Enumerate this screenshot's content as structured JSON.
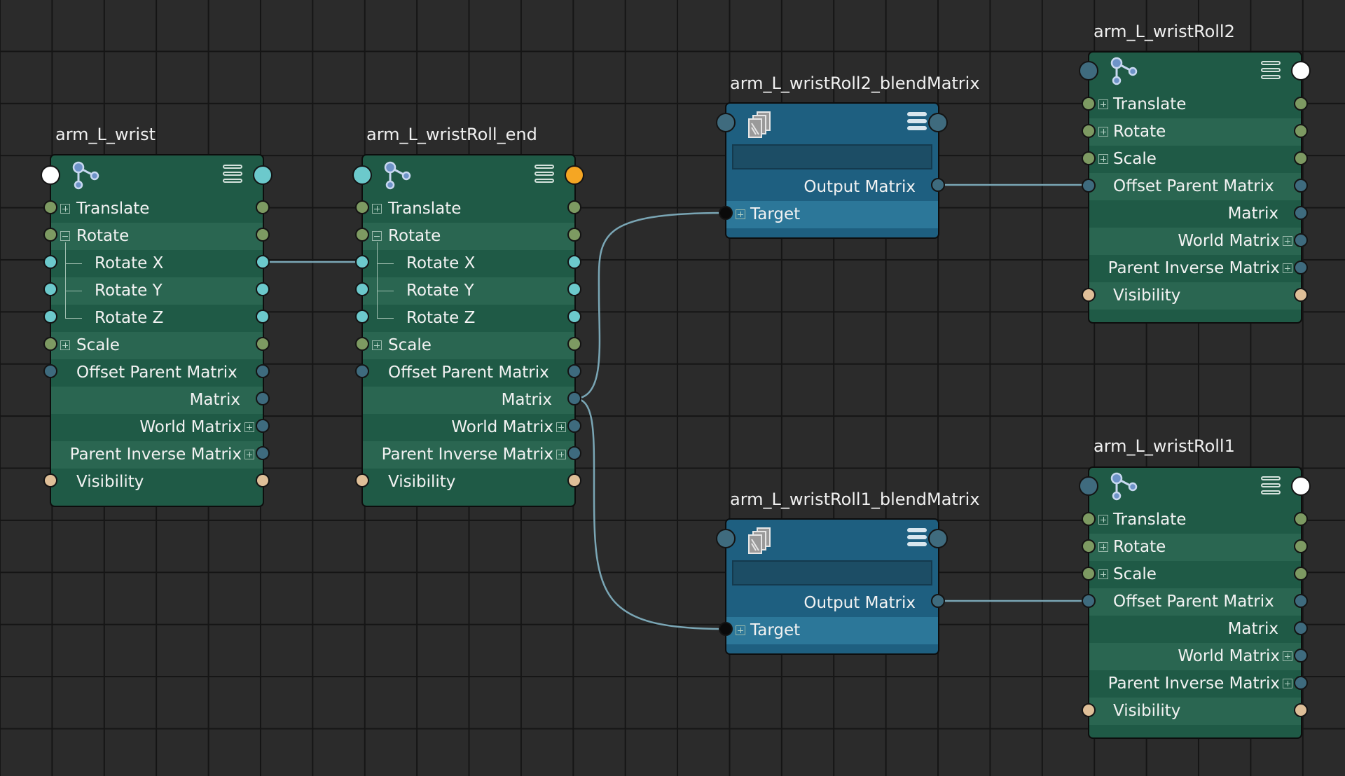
{
  "nodes": {
    "arm_L_wrist": {
      "title": "arm_L_wrist",
      "icon": "joint-icon",
      "rows": {
        "translate": "Translate",
        "rotate": "Rotate",
        "rotate_x": "Rotate X",
        "rotate_y": "Rotate Y",
        "rotate_z": "Rotate Z",
        "scale": "Scale",
        "offset_parent_matrix": "Offset Parent Matrix",
        "matrix": "Matrix",
        "world_matrix": "World Matrix",
        "parent_inverse_matrix": "Parent Inverse Matrix",
        "visibility": "Visibility"
      }
    },
    "arm_L_wristRoll_end": {
      "title": "arm_L_wristRoll_end",
      "icon": "joint-icon",
      "rows": {
        "translate": "Translate",
        "rotate": "Rotate",
        "rotate_x": "Rotate X",
        "rotate_y": "Rotate Y",
        "rotate_z": "Rotate Z",
        "scale": "Scale",
        "offset_parent_matrix": "Offset Parent Matrix",
        "matrix": "Matrix",
        "world_matrix": "World Matrix",
        "parent_inverse_matrix": "Parent Inverse Matrix",
        "visibility": "Visibility"
      }
    },
    "arm_L_wristRoll2_blendMatrix": {
      "title": "arm_L_wristRoll2_blendMatrix",
      "icon": "blend-matrix-icon",
      "field_value": "",
      "rows": {
        "output_matrix": "Output Matrix",
        "target": "Target"
      }
    },
    "arm_L_wristRoll1_blendMatrix": {
      "title": "arm_L_wristRoll1_blendMatrix",
      "icon": "blend-matrix-icon",
      "field_value": "",
      "rows": {
        "output_matrix": "Output Matrix",
        "target": "Target"
      }
    },
    "arm_L_wristRoll2": {
      "title": "arm_L_wristRoll2",
      "icon": "joint-icon",
      "rows": {
        "translate": "Translate",
        "rotate": "Rotate",
        "scale": "Scale",
        "offset_parent_matrix": "Offset Parent Matrix",
        "matrix": "Matrix",
        "world_matrix": "World Matrix",
        "parent_inverse_matrix": "Parent Inverse Matrix",
        "visibility": "Visibility"
      }
    },
    "arm_L_wristRoll1": {
      "title": "arm_L_wristRoll1",
      "icon": "joint-icon",
      "rows": {
        "translate": "Translate",
        "rotate": "Rotate",
        "scale": "Scale",
        "offset_parent_matrix": "Offset Parent Matrix",
        "matrix": "Matrix",
        "world_matrix": "World Matrix",
        "parent_inverse_matrix": "Parent Inverse Matrix",
        "visibility": "Visibility"
      }
    }
  },
  "colors": {
    "background": "#2b2b2b",
    "grid": "#151515",
    "transform_node": "#1f5a46",
    "blend_node": "#1e5f80",
    "wire": "#7aa6b5",
    "port_vector": "#7d9a62",
    "port_float": "#6cc9cc",
    "port_matrix": "#3e6b7e",
    "port_bool": "#dfbf98",
    "port_selected": "#f5a623"
  }
}
